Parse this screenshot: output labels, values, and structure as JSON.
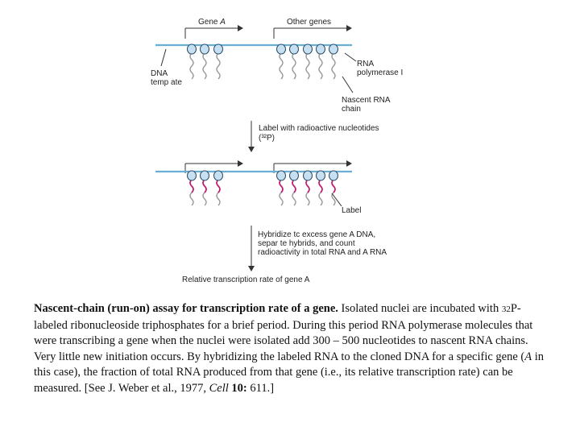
{
  "diagram": {
    "gene_a_label": "Gene ",
    "gene_a_letter": "A",
    "other_genes_label": "Other genes",
    "dna_template_label": [
      "DNA",
      "temp ate"
    ],
    "rna_polymerase_label": [
      "RNA",
      "polymerase I"
    ],
    "nascent_rna_label": [
      "Nascent RNA",
      "chain"
    ],
    "step1_label": "Label with radioactive nucleotides",
    "step1_isotope": "(³²P)",
    "label_label": "Label",
    "step2_label": [
      "Hybridize tc excess gene A DNA,",
      "separ te hybrids, and count",
      "radioactivity in total RNA and A RNA"
    ],
    "result_label": "Relative transcription  rate of gene A",
    "colors": {
      "dna": "#6aaed6",
      "polymerase_fill": "#c6dff1",
      "polymerase_stroke": "#2a4d6a",
      "rna": "#9a9a9a",
      "label_rna": "#c4166e"
    }
  },
  "caption": {
    "title": "Nascent-chain (run-on) assay for transcription rate of a gene.",
    "body_1": " Isolated nuclei are incubated with ",
    "isotope_mass": "32",
    "body_2": "P-labeled ribonucleoside triphosphates for a brief period. During this period RNA polymerase molecules that were transcribing a gene when the nuclei were isolated add 300 – 500 nucleotides to nascent RNA chains. Very little new initiation occurs. By hybridizing the labeled RNA to the cloned DNA for a specific gene (",
    "gene_letter": "A",
    "body_3": " in this case), the fraction of total RNA produced from that gene (i.e., its relative transcription rate) can be measured. [See J. Weber et al., 1977, ",
    "journal": "Cell",
    "volume": "10:",
    "pages": " 611.]"
  }
}
